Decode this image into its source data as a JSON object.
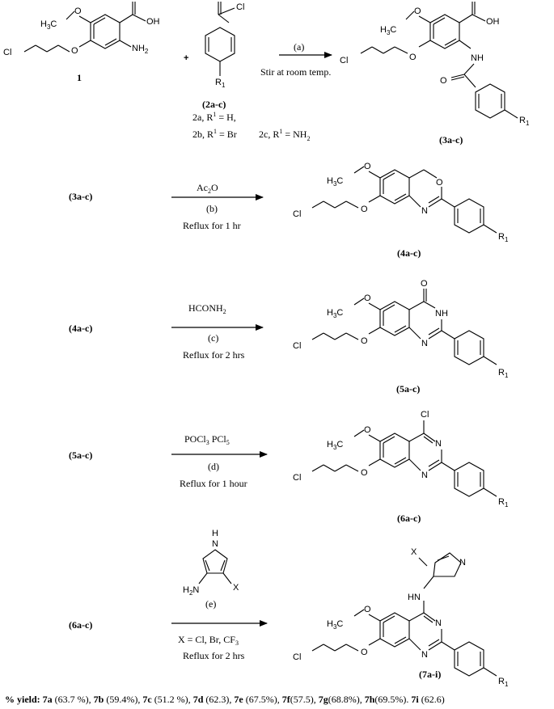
{
  "atoms": {
    "O": "O",
    "OH": "OH",
    "Cl": "Cl",
    "NH2_sub": "2",
    "NH": "NH",
    "N": "N",
    "H": "H",
    "HN": "HN",
    "H3C_H": "H",
    "H3C_3": "3",
    "H3C_C": "C",
    "R": "R",
    "R_1": "1",
    "X": "X",
    "plus": "+"
  },
  "compounds": {
    "c1": "1",
    "c2": "(2a-c)",
    "c3": "(3a-c)",
    "c4": "(4a-c)",
    "c5": "(5a-c)",
    "c6": "(6a-c)",
    "c7": "(7a-i)",
    "r1_left": "(3a-c)",
    "r2_left": "(4a-c)",
    "r3_left": "(5a-c)",
    "r4_left": "(6a-c)"
  },
  "substituents": {
    "line1": "2a, R",
    "line1b": " = H,",
    "line2": "2b, R",
    "line2b": " = Br",
    "line2c": "2c, R",
    "line2d": " = NH",
    "sup": "1",
    "sub": "2"
  },
  "conditions": {
    "a_label": "(a)",
    "a_text": "Stir at room temp.",
    "b_reagent": "Ac",
    "b_reagent_sub": "2",
    "b_reagent_end": "O",
    "b_label": "(b)",
    "b_text": "Reflux for 1 hr",
    "c_reagent": "HCONH",
    "c_reagent_sub": "2",
    "c_label": "(c)",
    "c_text": "Reflux  for 2 hrs",
    "d_reagent1": "POCl",
    "d_reagent1_sub": "3",
    "d_reagent2": "PCl",
    "d_reagent2_sub": "5",
    "d_label": "(d)",
    "d_text": "Reflux  for 1 hour",
    "e_label": "(e)",
    "e_x": "X = Cl, Br, CF",
    "e_x_sub": "3",
    "e_text": "Reflux for 2 hrs"
  },
  "yield": {
    "prefix": "% yield: ",
    "items": [
      {
        "id": "7a",
        "val": " (63.7 %), "
      },
      {
        "id": "7b",
        "val": " (59.4%), "
      },
      {
        "id": "7c",
        "val": " (51.2 %), "
      },
      {
        "id": "7d",
        "val": " (62.3), "
      },
      {
        "id": "7e",
        "val": " (67.5%), "
      },
      {
        "id": "7f",
        "val": "(57.5), "
      },
      {
        "id": "7g",
        "val": "(68.8%), "
      },
      {
        "id": "7h",
        "val": "(69.5%). "
      },
      {
        "id": "7i",
        "val": " (62.6)"
      }
    ]
  }
}
